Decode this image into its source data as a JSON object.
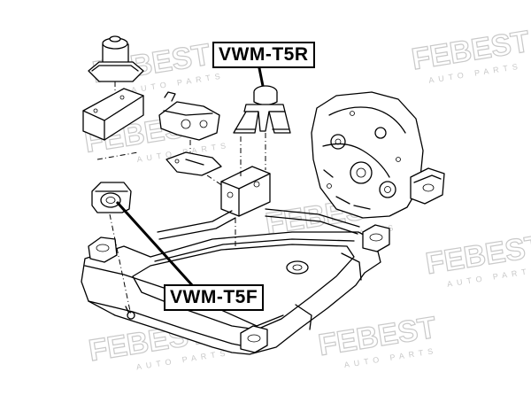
{
  "watermark": {
    "brand": "FEBEST",
    "sub": "AUTO PARTS"
  },
  "callouts": {
    "rear_mount": "VWM-T5R",
    "front_mount": "VWM-T5F"
  },
  "colors": {
    "line": "#000000",
    "watermark": "#c9c9c9",
    "background": "#ffffff"
  }
}
